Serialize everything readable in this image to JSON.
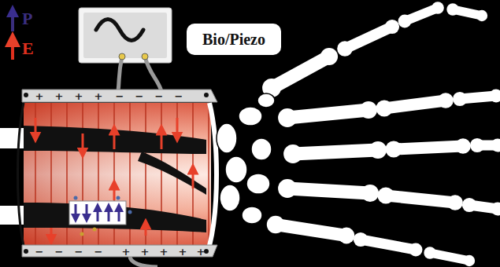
{
  "diagram": {
    "nodes": [
      {
        "text": [
          "Bio/Piezo"
        ]
      }
    ],
    "labels": [
      "+",
      "+",
      "+",
      "+",
      "−",
      "−",
      "−",
      "−",
      "−",
      "−",
      "−",
      "−",
      "+",
      "+",
      "+",
      "+",
      "+"
    ],
    "legend": [
      {
        "text": "P⃗"
      },
      {
        "text": "E⃗"
      }
    ]
  }
}
